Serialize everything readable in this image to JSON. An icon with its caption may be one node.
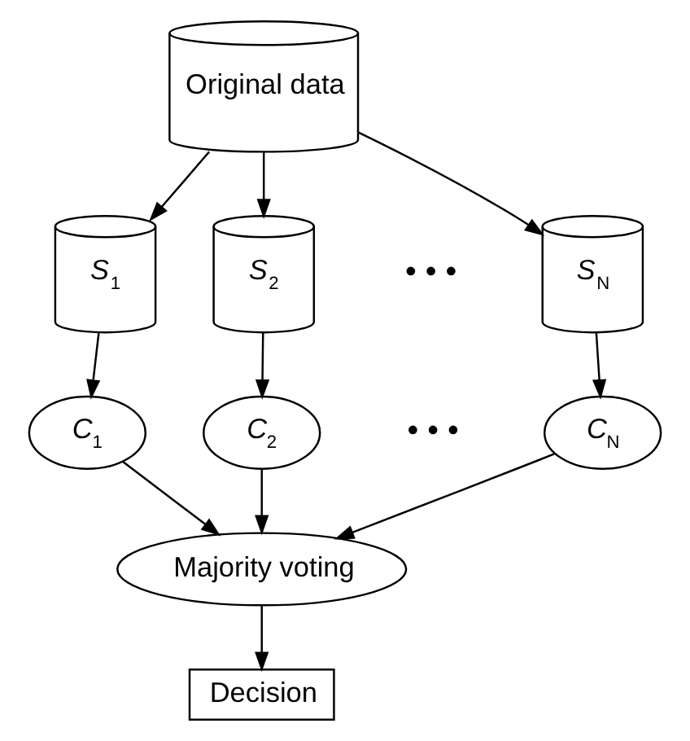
{
  "diagram": {
    "nodes": [
      {
        "text": [
          "Original data"
        ]
      },
      {
        "text": [
          "*S*$_{1}$"
        ]
      },
      {
        "text": [
          "*S*$_{2}$"
        ]
      },
      {
        "text": [
          "*S*$_{N}$"
        ]
      },
      {
        "text": [
          "*C*$_{1}$"
        ]
      },
      {
        "text": [
          "*C*$_{2}$"
        ]
      },
      {
        "text": [
          "*C*$_{N}$"
        ]
      },
      {
        "text": [
          "Majority voting"
        ]
      },
      {
        "text": [
          "Decision"
        ]
      }
    ],
    "edges": [
      {
        "from": 0,
        "to": 1,
        "arrow": "to"
      },
      {
        "from": 0,
        "to": 2,
        "arrow": "to"
      },
      {
        "from": 0,
        "to": 3,
        "arrow": "to"
      },
      {
        "from": 1,
        "to": 4,
        "arrow": "to"
      },
      {
        "from": 2,
        "to": 5,
        "arrow": "to"
      },
      {
        "from": 3,
        "to": 6,
        "arrow": "to"
      },
      {
        "from": 4,
        "to": 7,
        "arrow": "to"
      },
      {
        "from": 5,
        "to": 7,
        "arrow": "to"
      },
      {
        "from": 6,
        "to": 7,
        "arrow": "to"
      },
      {
        "from": 7,
        "to": 8,
        "arrow": "to"
      }
    ],
    "labels": [
      "• • •",
      "• • •"
    ]
  }
}
